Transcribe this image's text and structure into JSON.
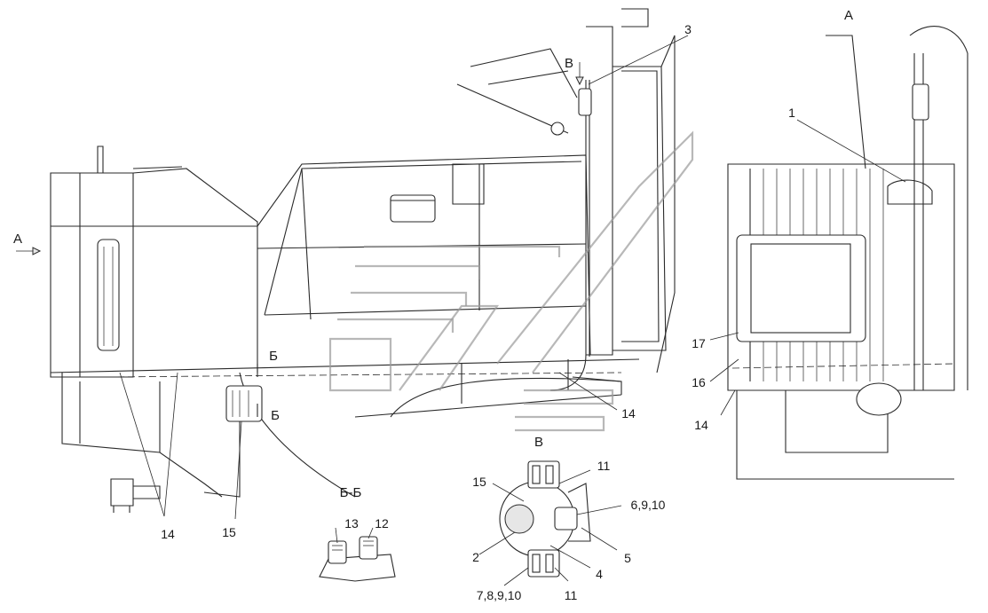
{
  "views": {
    "view_a": "A",
    "view_b": "В",
    "section_bb": "Б-Б",
    "arrow_a": "A",
    "arrow_b": "В",
    "section_mark_top": "Б",
    "section_mark_bottom": "Б"
  },
  "callouts": {
    "c1": "1",
    "c2": "2",
    "c3": "3",
    "c4": "4",
    "c5": "5",
    "c6": "6,9,10",
    "c7": "7,8,9,10",
    "c11a": "11",
    "c11b": "11",
    "c12": "12",
    "c13": "13",
    "c14a": "14",
    "c14b": "14",
    "c14c": "14",
    "c15a": "15",
    "c15b": "15",
    "c16": "16",
    "c17": "17"
  }
}
